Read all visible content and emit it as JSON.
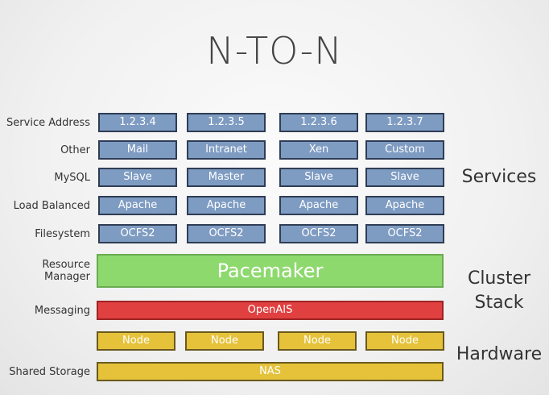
{
  "title": "N-TO-N",
  "row_labels": {
    "service_address": "Service Address",
    "other": "Other",
    "mysql": "MySQL",
    "load_balanced": "Load Balanced",
    "filesystem": "Filesystem",
    "resource_manager_line1": "Resource",
    "resource_manager_line2": "Manager",
    "messaging": "Messaging",
    "shared_storage": "Shared Storage"
  },
  "service_address": [
    "1.2.3.4",
    "1.2.3.5",
    "1.2.3.6",
    "1.2.3.7"
  ],
  "other": [
    "Mail",
    "Intranet",
    "Xen",
    "Custom"
  ],
  "mysql": [
    "Slave",
    "Master",
    "Slave",
    "Slave"
  ],
  "load_balanced": [
    "Apache",
    "Apache",
    "Apache",
    "Apache"
  ],
  "filesystem": [
    "OCFS2",
    "OCFS2",
    "OCFS2",
    "OCFS2"
  ],
  "resource_manager": "Pacemaker",
  "messaging": "OpenAIS",
  "nodes": [
    "Node",
    "Node",
    "Node",
    "Node"
  ],
  "shared_storage": "NAS",
  "layers": {
    "services": "Services",
    "cluster_line1": "Cluster",
    "cluster_line2": "Stack",
    "hardware": "Hardware"
  },
  "colors": {
    "service_box": "#7e9bc2",
    "pacemaker": "#8ed96e",
    "openais": "#e0403f",
    "hardware": "#e5c23a"
  }
}
